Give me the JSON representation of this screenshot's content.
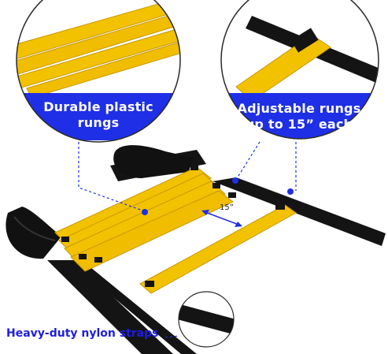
{
  "callouts": {
    "plastic": {
      "line1": "Durable plastic",
      "line2": "rungs"
    },
    "rungs": {
      "line1": "Adjustable rungs",
      "line2": "up to 15” each"
    },
    "straps": "Heavy-duty nylon straps"
  },
  "spacing_label": "15”",
  "colors": {
    "rung_yellow": "#f2c200",
    "rung_edge": "#c99800",
    "strap_black": "#141414",
    "banner_blue": "#1f2fe6",
    "outline_gray": "#2a2a2a"
  }
}
